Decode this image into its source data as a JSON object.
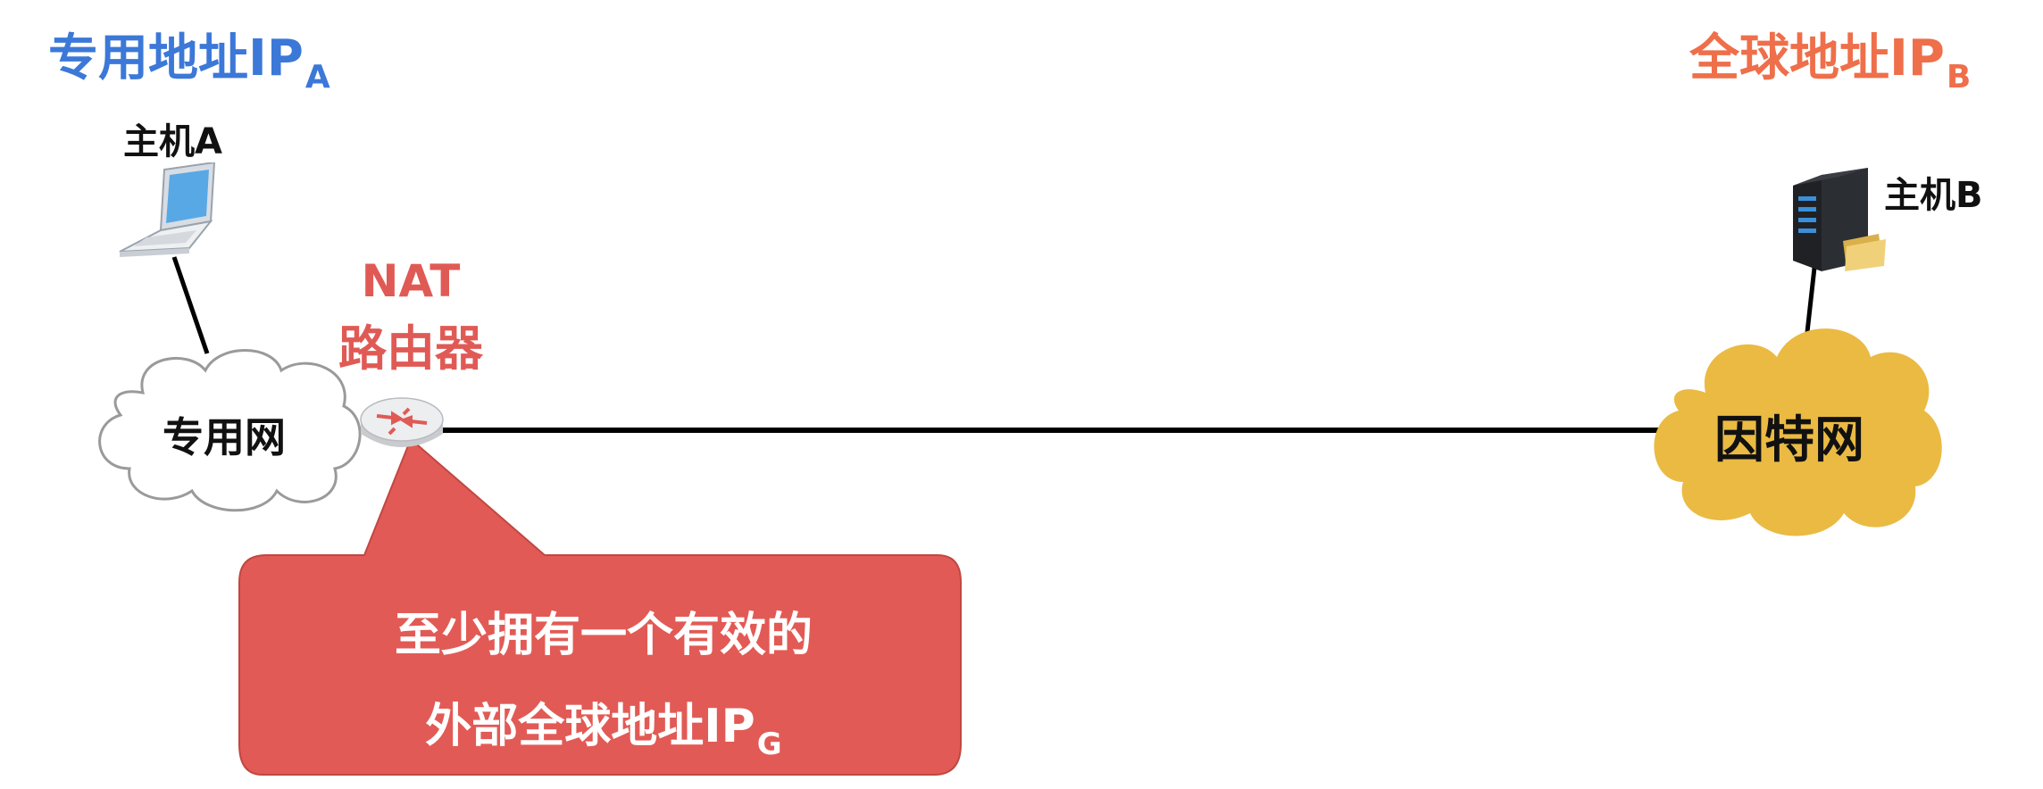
{
  "private_address": {
    "text": "专用地址IP",
    "subscript": "A",
    "color": "#3b78d8"
  },
  "global_address": {
    "text": "全球地址IP",
    "subscript": "B",
    "color": "#ee6f4a"
  },
  "host_a": {
    "label": "主机A",
    "icon": "laptop-icon"
  },
  "host_b": {
    "label": "主机B",
    "icon": "server-icon"
  },
  "nat_router": {
    "line1": "NAT",
    "line2": "路由器",
    "icon": "router-icon",
    "color": "#e05a55"
  },
  "private_network": {
    "label": "专用网",
    "icon": "cloud-icon",
    "fill": "#ffffff"
  },
  "internet": {
    "label": "因特网",
    "icon": "cloud-icon",
    "fill": "#eaba43"
  },
  "callout": {
    "line1": "至少拥有一个有效的",
    "line2": "外部全球地址IP",
    "subscript": "G",
    "fill": "#e25a55"
  }
}
